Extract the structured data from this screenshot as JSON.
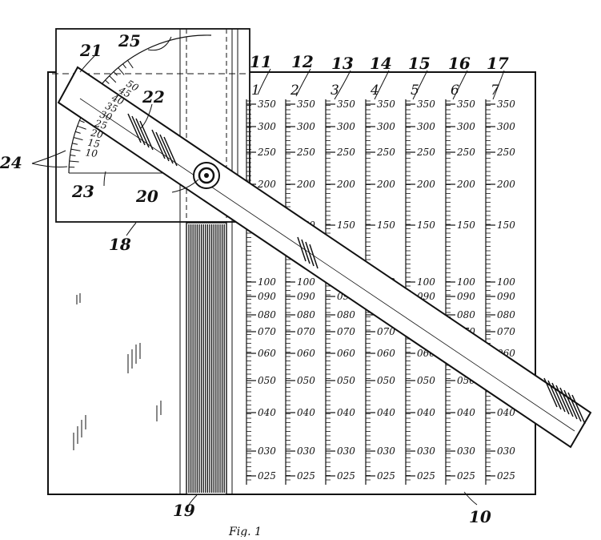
{
  "reference_numerals": {
    "ref_10": "10",
    "ref_11": "11",
    "ref_12": "12",
    "ref_13": "13",
    "ref_14": "14",
    "ref_15": "15",
    "ref_16": "16",
    "ref_17": "17",
    "ref_18": "18",
    "ref_19": "19",
    "ref_20": "20",
    "ref_21": "21",
    "ref_22": "22",
    "ref_23": "23",
    "ref_24": "24",
    "ref_25": "25"
  },
  "scale_columns": [
    "1",
    "2",
    "3",
    "4",
    "5",
    "6",
    "7"
  ],
  "scale_labels": [
    "350",
    "300",
    "250",
    "200",
    "150",
    "100",
    "090",
    "080",
    "070",
    "060",
    "050",
    "040",
    "030",
    "025"
  ],
  "protractor_labels": [
    "10",
    "15",
    "20",
    "25",
    "30",
    "35",
    "40",
    "45",
    "50"
  ],
  "caption": "Fig. 1"
}
